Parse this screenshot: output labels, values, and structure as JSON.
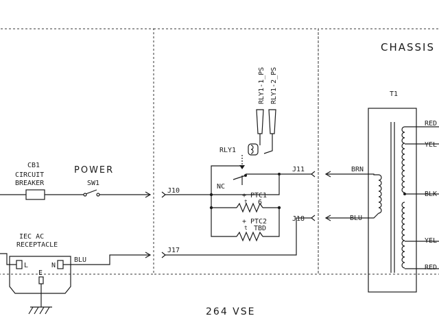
{
  "labels": {
    "chassis": "CHASSIS",
    "t1": "T1",
    "red_top": "RED",
    "yel_top": "YEL",
    "blk": "BLK",
    "yel_bottom": "YEL",
    "red_bottom": "RED",
    "brn": "BRN",
    "blu_right": "BLU",
    "j11": "J11",
    "j18": "J18",
    "j10": "J10",
    "j17": "J17",
    "rly1_1_ps": "RLY1-1_PS",
    "rly1_2_ps": "RLY1-2_PS",
    "rly1": "RLY1",
    "nc": "NC",
    "ptc1": "PTC1",
    "ptc1_value": "6",
    "ptc2": "PTC2",
    "ptc2_value": "TBD",
    "plus1": "+",
    "plus2": "+",
    "t_mark1": "t",
    "t_mark2": "t",
    "cb1": "CB1",
    "circuit": "CIRCUIT",
    "breaker": "BREAKER",
    "power": "POWER",
    "sw1": "SW1",
    "iec": "IEC AC",
    "receptacle": "RECEPTACLE",
    "l": "L",
    "n": "N",
    "e": "E",
    "blu_left": "BLU",
    "footer": "264 VSE"
  },
  "colors": {
    "ink": "#1a1a1a",
    "background": "#ffffff"
  }
}
